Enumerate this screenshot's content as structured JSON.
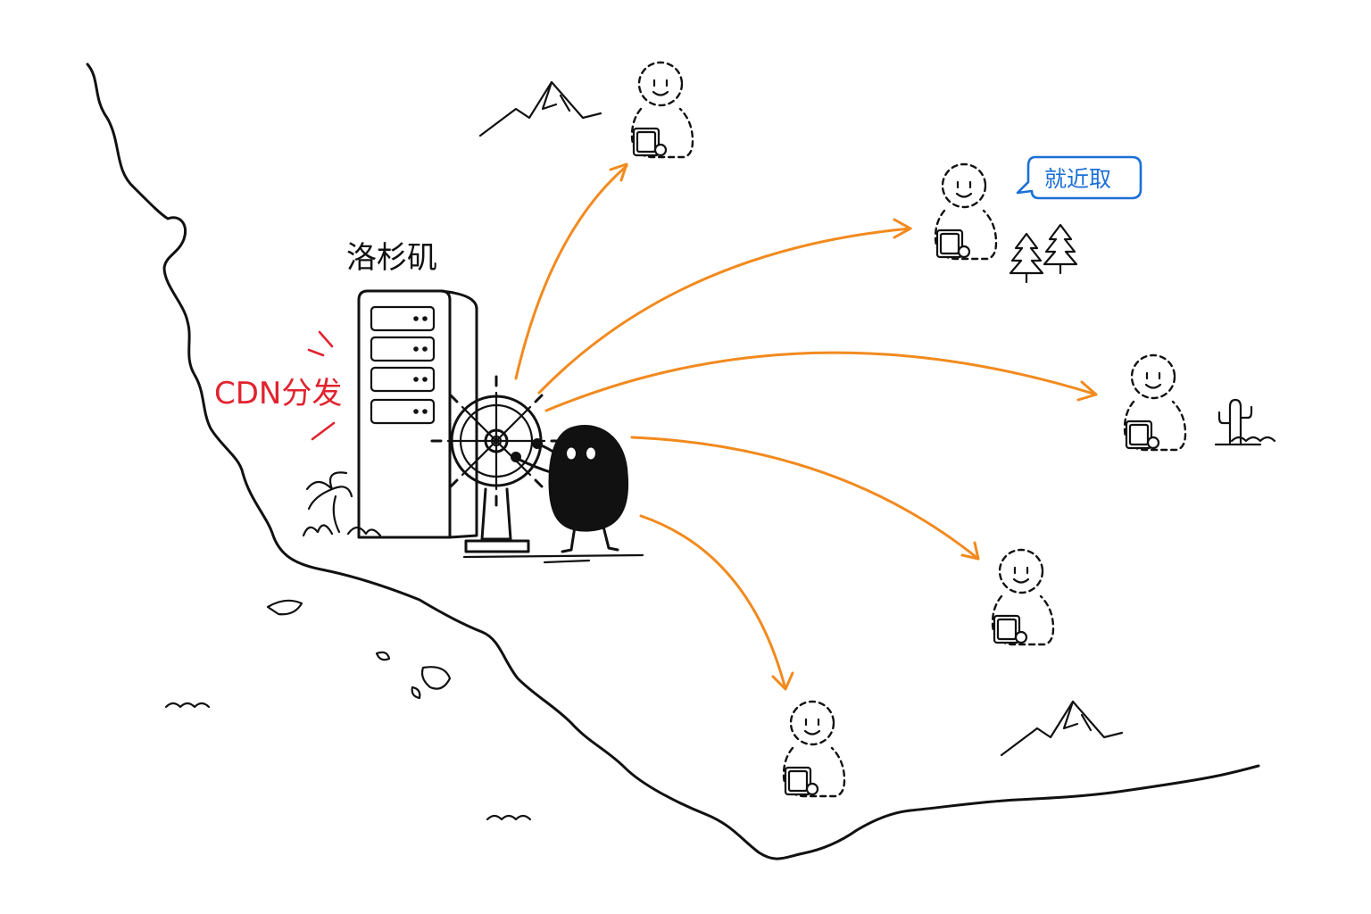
{
  "labels": {
    "server": "洛杉矶",
    "cdn": "CDN分发",
    "bubble": "就近取"
  },
  "colors": {
    "ink": "#111111",
    "arrow": "#f28a1e",
    "cdn_text": "#e0232e",
    "bubble": "#1a6fd6"
  },
  "icons": [
    "server-rack-icon",
    "ship-wheel-icon",
    "blob-character-icon",
    "user-with-tablet-icon",
    "palm-tree-icon",
    "mountain-icon",
    "pine-tree-icon",
    "cactus-icon",
    "wave-icon"
  ]
}
